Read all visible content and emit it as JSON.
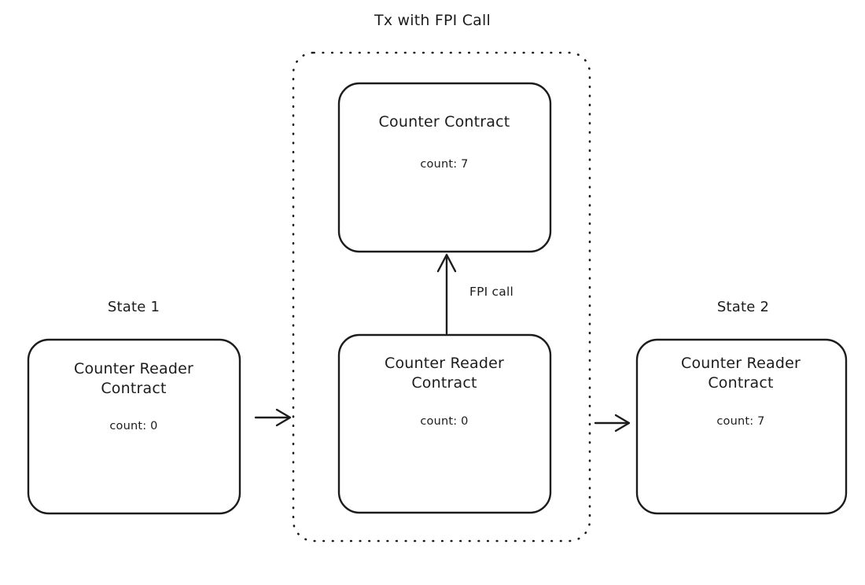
{
  "diagram": {
    "type": "flow-diagram",
    "title": "Tx with FPI Call",
    "background_color": "#ffffff",
    "stroke_color": "#1c1c1c",
    "text_color": "#1c1c1c",
    "groups": [
      {
        "id": "tx-group",
        "label": "Tx with FPI Call",
        "border_style": "dotted",
        "shape": "rounded-rect"
      }
    ],
    "labels": {
      "state_1": "State 1",
      "state_2": "State 2",
      "fpi_call": "FPI call"
    },
    "nodes": [
      {
        "id": "state-1-counter-reader",
        "title": "Counter Reader\nContract",
        "count_label": "count: 0",
        "group": null,
        "state_label": "State 1"
      },
      {
        "id": "tx-counter-contract",
        "title": "Counter Contract",
        "count_label": "count: 7",
        "group": "tx-group",
        "state_label": null
      },
      {
        "id": "tx-counter-reader",
        "title": "Counter Reader\nContract",
        "count_label": "count: 0",
        "group": "tx-group",
        "state_label": null
      },
      {
        "id": "state-2-counter-reader",
        "title": "Counter Reader\nContract",
        "count_label": "count: 7",
        "group": null,
        "state_label": "State 2"
      }
    ],
    "edges": [
      {
        "id": "edge-state1-to-tx",
        "from": "state-1-counter-reader",
        "to": "tx-group",
        "label": "",
        "arrow": "single",
        "direction": "right"
      },
      {
        "id": "edge-fpi-call",
        "from": "tx-counter-reader",
        "to": "tx-counter-contract",
        "label": "FPI call",
        "arrow": "single",
        "direction": "up"
      },
      {
        "id": "edge-tx-to-state2",
        "from": "tx-group",
        "to": "state-2-counter-reader",
        "label": "",
        "arrow": "single",
        "direction": "right"
      }
    ]
  }
}
